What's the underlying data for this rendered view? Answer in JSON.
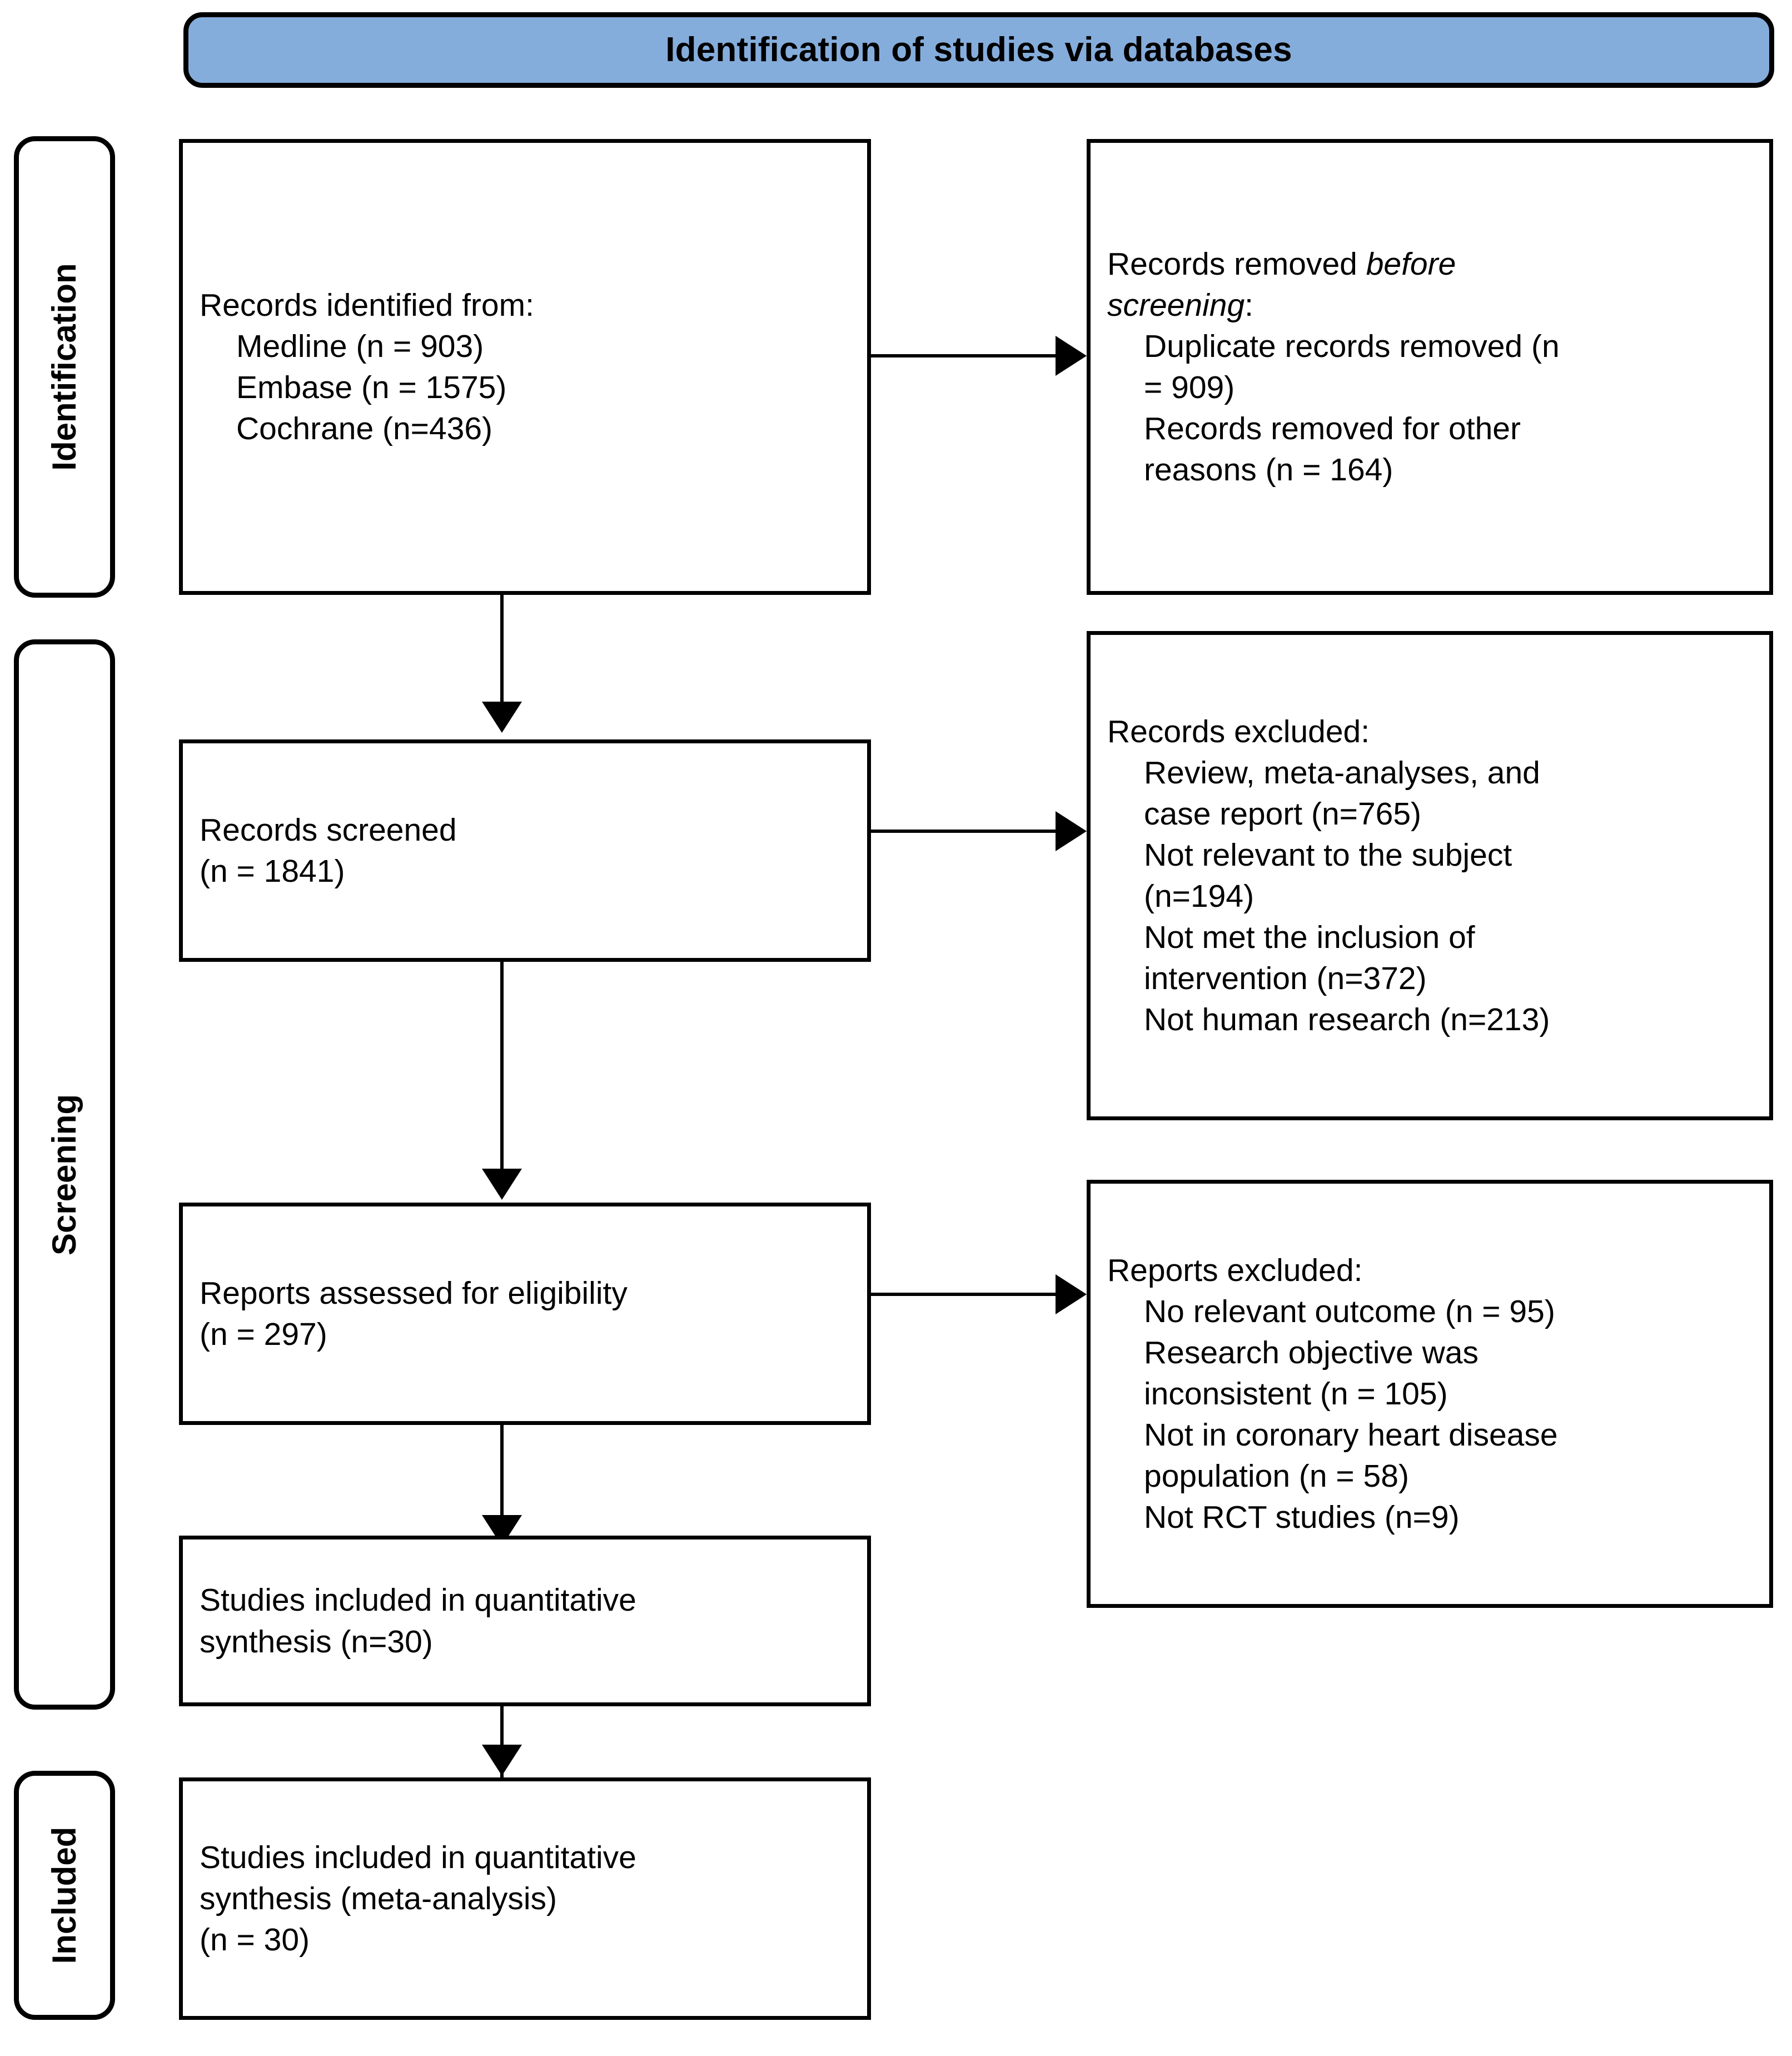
{
  "banner": {
    "title": "Identification of studies via databases",
    "fill_color": "#85ADDC",
    "border_color": "#000000"
  },
  "stages": [
    {
      "key": "identification",
      "label": "Identification"
    },
    {
      "key": "screening",
      "label": "Screening"
    },
    {
      "key": "included",
      "label": "Included"
    }
  ],
  "nodes": {
    "records_identified": {
      "lines": [
        {
          "text": "Records identified from:",
          "indent": false
        },
        {
          "text": "Medline (n = 903)",
          "indent": true
        },
        {
          "text": "Embase (n = 1575)",
          "indent": true
        },
        {
          "text": "Cochrane (n=436)",
          "indent": true
        }
      ]
    },
    "records_removed": {
      "lines": [
        {
          "text": "Records removed ",
          "indent": false,
          "italic_tail": "before"
        },
        {
          "text": "screening",
          "indent": false,
          "italic_head": true,
          "tail": ":"
        },
        {
          "text": "Duplicate records removed (n",
          "indent": true
        },
        {
          "text": "= 909)",
          "indent": true
        },
        {
          "text": "Records removed for other",
          "indent": true
        },
        {
          "text": "reasons (n = 164)",
          "indent": true
        }
      ]
    },
    "records_screened": {
      "lines": [
        {
          "text": "Records screened",
          "indent": false
        },
        {
          "text": "(n = 1841)",
          "indent": false
        }
      ]
    },
    "records_excluded": {
      "lines": [
        {
          "text": "Records excluded:",
          "indent": false
        },
        {
          "text": "Review, meta-analyses, and",
          "indent": true
        },
        {
          "text": "case report (n=765)",
          "indent": true
        },
        {
          "text": "Not relevant to the subject",
          "indent": true
        },
        {
          "text": "(n=194)",
          "indent": true
        },
        {
          "text": "Not met the inclusion of",
          "indent": true
        },
        {
          "text": "intervention (n=372)",
          "indent": true
        },
        {
          "text": "Not human research (n=213)",
          "indent": true
        }
      ]
    },
    "reports_assessed": {
      "lines": [
        {
          "text": "Reports assessed for eligibility",
          "indent": false
        },
        {
          "text": "(n = 297)",
          "indent": false
        }
      ]
    },
    "reports_excluded": {
      "lines": [
        {
          "text": "Reports excluded:",
          "indent": false
        },
        {
          "text": "No relevant outcome (n = 95)",
          "indent": true
        },
        {
          "text": "Research objective was",
          "indent": true
        },
        {
          "text": "inconsistent (n = 105)",
          "indent": true
        },
        {
          "text": "Not in coronary heart disease",
          "indent": true
        },
        {
          "text": "population (n = 58)",
          "indent": true
        },
        {
          "text": "Not RCT studies (n=9)",
          "indent": true
        }
      ]
    },
    "studies_quantitative": {
      "lines": [
        {
          "text": "Studies included in quantitative",
          "indent": false
        },
        {
          "text": "synthesis (n=30)",
          "indent": false
        }
      ]
    },
    "studies_meta": {
      "lines": [
        {
          "text": "Studies included in quantitative",
          "indent": false
        },
        {
          "text": "synthesis (meta-analysis)",
          "indent": false
        },
        {
          "text": "(n = 30)",
          "indent": false
        }
      ]
    }
  },
  "connectors": [
    {
      "name": "identified-to-screened",
      "type": "vertical-arrow"
    },
    {
      "name": "identified-to-removed",
      "type": "horizontal-arrow"
    },
    {
      "name": "screened-to-assessed",
      "type": "vertical-arrow"
    },
    {
      "name": "screened-to-excluded",
      "type": "horizontal-arrow"
    },
    {
      "name": "assessed-to-quantitative",
      "type": "vertical-arrow"
    },
    {
      "name": "assessed-to-reports-excluded",
      "type": "horizontal-arrow"
    },
    {
      "name": "quantitative-to-meta",
      "type": "vertical-arrow"
    }
  ]
}
